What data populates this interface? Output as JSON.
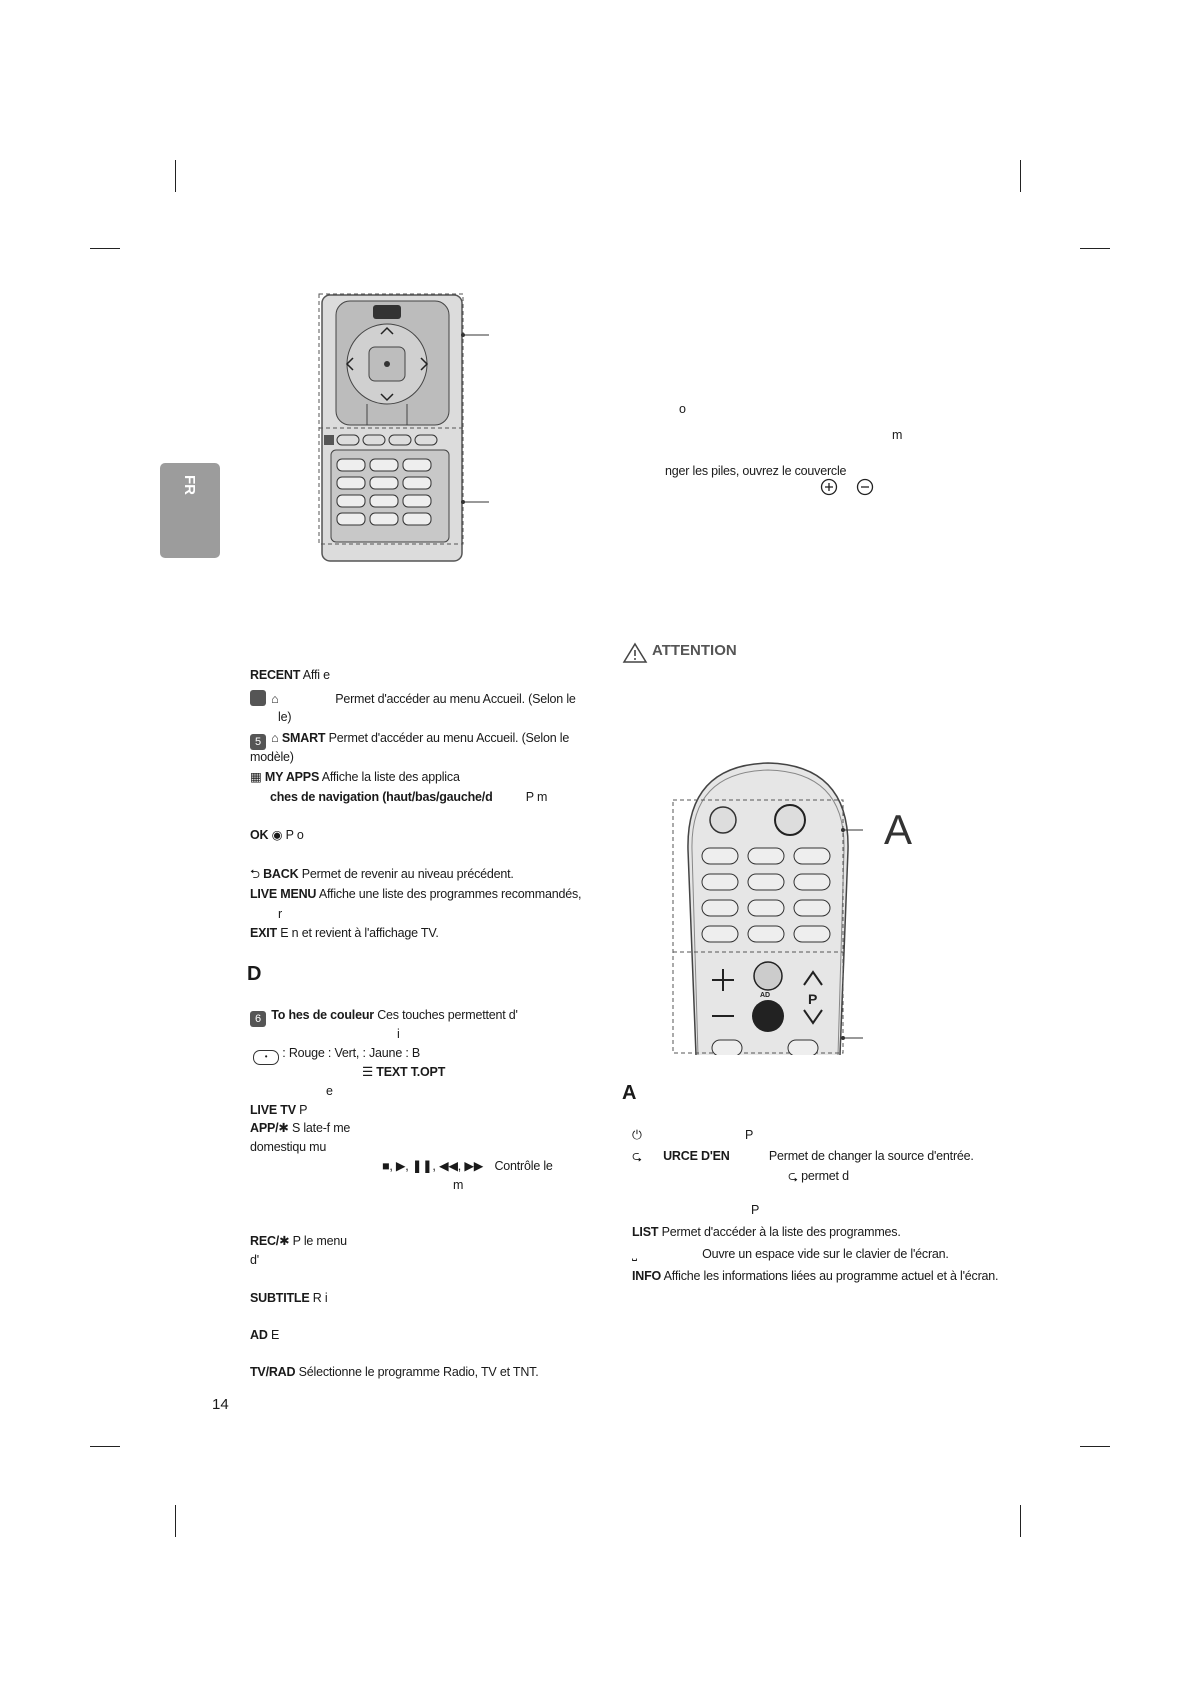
{
  "side_tab": {
    "label": "FR"
  },
  "page_number": "14",
  "headings": {
    "d": "D",
    "a": "A"
  },
  "attention": {
    "label": "ATTENTION"
  },
  "callout_letter": "A",
  "left_lines": [
    {
      "key": "RECENT",
      "text": "Affi     e"
    },
    {
      "key": "",
      "text": "Permet d'accéder au menu Accueil. (Selon le"
    },
    {
      "key": "",
      "text": "le)"
    },
    {
      "key": "SMART",
      "text": "Permet d'accéder au menu Accueil. (Selon le"
    },
    {
      "key": "",
      "text": "modèle)"
    },
    {
      "key": "MY APPS",
      "text": "Affiche la liste des applica"
    },
    {
      "key": "ches de navigation (haut/bas/gauche/d",
      "text": "P   m"
    },
    {
      "key": "OK",
      "text": "P                                                          o"
    },
    {
      "key": "BACK",
      "text": "Permet de revenir au niveau précédent."
    },
    {
      "key": "LIVE MENU",
      "text": "Affiche une liste des programmes recommandés,"
    },
    {
      "key": "",
      "text": "r"
    },
    {
      "key": "EXIT",
      "text": "E                                                    n et revient à l'affichage TV."
    },
    {
      "key": "To    hes de couleur",
      "text": "Ces touches permettent d'"
    },
    {
      "key": "",
      "text": "i"
    },
    {
      "key": "",
      "text": ": Rouge     : Vert,     : Jaune     : B"
    },
    {
      "key": "TEXT  T.OPT",
      "text": ""
    },
    {
      "key": "",
      "text": "e"
    },
    {
      "key": "LIVE TV",
      "text": "P"
    },
    {
      "key": "APP/",
      "text": "S                                                     late-f    me"
    },
    {
      "key": "",
      "text": "domestiqu    mu"
    },
    {
      "key": "",
      "text": "Contrôle le"
    },
    {
      "key": "",
      "text": "m"
    },
    {
      "key": "REC/",
      "text": "P                                                                          le menu"
    },
    {
      "key": "",
      "text": "d'"
    },
    {
      "key": "SUBTITLE",
      "text": "R                                                             i"
    },
    {
      "key": "AD",
      "text": "E"
    },
    {
      "key": "TV/RAD",
      "text": "Sélectionne le programme Radio, TV et TNT."
    }
  ],
  "right_lines": [
    {
      "key": "",
      "text": "o"
    },
    {
      "key": "",
      "text": "m"
    },
    {
      "key": "",
      "text": "nger les piles, ouvrez le couvercle"
    },
    {
      "key": "",
      "text": "P"
    },
    {
      "key": "URCE D'EN",
      "text": "Permet de changer la source d'entrée."
    },
    {
      "key": "",
      "text": "permet d"
    },
    {
      "key": "",
      "text": "P"
    },
    {
      "key": "LIST",
      "text": "Permet d'accéder à la liste des programmes."
    },
    {
      "key": "",
      "text": "Ouvre un espace vide sur le clavier de l'écran."
    },
    {
      "key": "INFO",
      "text": "Affiche les informations liées au programme actuel et à l'écran."
    }
  ],
  "remote2_keys": {
    "p": "P",
    "ad": "AD"
  },
  "colors": {
    "tab": "#9c9c9c",
    "remote_fill": "#d6d6d6",
    "remote_button": "#e9e9e9"
  }
}
